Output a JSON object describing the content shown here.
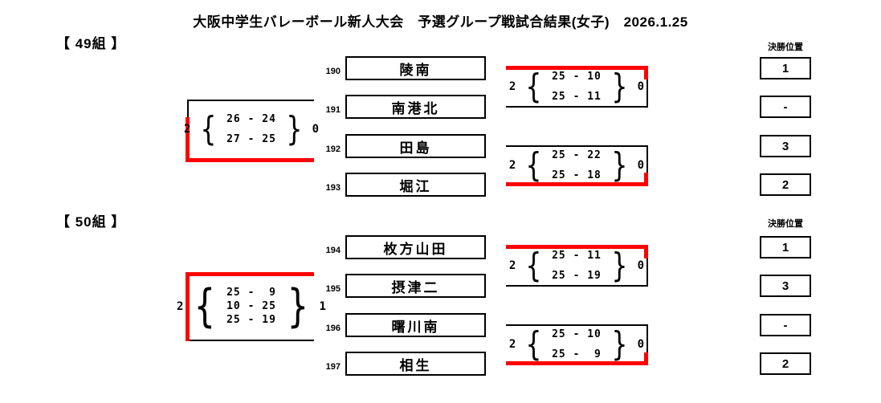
{
  "title": "大阪中学生バレーボール新人大会　予選グループ戦試合結果(女子)　2026.1.25",
  "colors": {
    "accent_red": "#fe0000",
    "line_black": "#000000"
  },
  "notation": {
    "brace_open": "{",
    "brace_close": "}"
  },
  "groups": [
    {
      "label": "【 49組 】",
      "final_position_header": "決勝位置",
      "teams": [
        {
          "no": "190",
          "name": "陵南",
          "final_position": "1"
        },
        {
          "no": "191",
          "name": "南港北",
          "final_position": "-"
        },
        {
          "no": "192",
          "name": "田島",
          "final_position": "3"
        },
        {
          "no": "193",
          "name": "堀江",
          "final_position": "2"
        }
      ],
      "matches": {
        "semi_top": {
          "left_sets": "2",
          "right_sets": "0",
          "sets": [
            "25 - 10",
            "25 - 11"
          ],
          "red_line_side": "top"
        },
        "semi_bottom": {
          "left_sets": "2",
          "right_sets": "0",
          "sets": [
            "25 - 22",
            "25 - 18"
          ],
          "red_line_side": "bottom"
        },
        "final": {
          "left_sets": "2",
          "right_sets": "0",
          "sets": [
            "26 - 24",
            "27 - 25"
          ],
          "red_line_side": "bottom"
        }
      }
    },
    {
      "label": "【 50組 】",
      "final_position_header": "決勝位置",
      "teams": [
        {
          "no": "194",
          "name": "枚方山田",
          "final_position": "1"
        },
        {
          "no": "195",
          "name": "摂津二",
          "final_position": "3"
        },
        {
          "no": "196",
          "name": "曙川南",
          "final_position": "-"
        },
        {
          "no": "197",
          "name": "相生",
          "final_position": "2"
        }
      ],
      "matches": {
        "semi_top": {
          "left_sets": "2",
          "right_sets": "0",
          "sets": [
            "25 - 11",
            "25 - 19"
          ],
          "red_line_side": "top"
        },
        "semi_bottom": {
          "left_sets": "2",
          "right_sets": "0",
          "sets": [
            "25 - 10",
            "25 -  9"
          ],
          "red_line_side": "bottom"
        },
        "final": {
          "left_sets": "2",
          "right_sets": "1",
          "sets": [
            "25 -  9",
            "10 - 25",
            "25 - 19"
          ],
          "red_line_side": "top"
        }
      }
    }
  ]
}
